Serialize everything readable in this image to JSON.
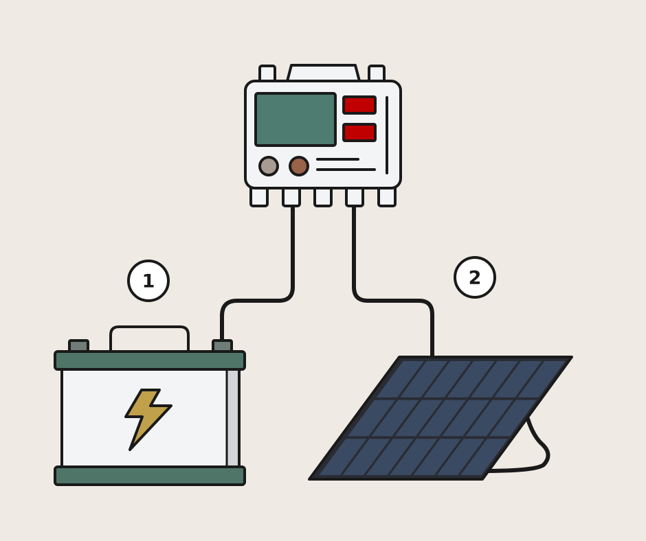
{
  "colors": {
    "background": "#EFEBE4",
    "outline": "#1A1A1A",
    "controller_body": "#F3F4F6",
    "controller_screen": "#4E7C70",
    "controller_indicator": "#C00000",
    "knob_left": "#A89C92",
    "knob_right": "#9A6249",
    "battery_body": "#F3F4F6",
    "battery_side_shade": "#D4D5D8",
    "battery_band": "#4E7568",
    "battery_terminal": "#6F7C78",
    "lightning_bolt": "#C0A04B",
    "solar_frame": "#2A2C34",
    "solar_cell": "#3B4A63"
  },
  "icons": {
    "controller": "charge-controller-icon",
    "battery": "car-battery-icon",
    "bolt": "lightning-bolt-icon",
    "panel": "solar-panel-icon"
  },
  "steps": [
    {
      "number": "1",
      "target": "battery"
    },
    {
      "number": "2",
      "target": "solar panel"
    }
  ]
}
